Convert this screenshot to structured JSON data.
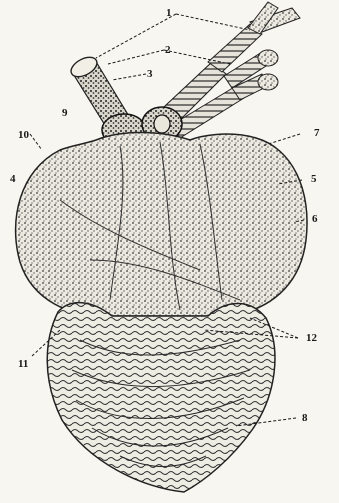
{
  "figure": {
    "labels": {
      "l1": "1",
      "l2": "2",
      "l3": "3",
      "l4": "4",
      "l5": "5",
      "l6": "6",
      "l7": "7",
      "l8": "8",
      "l9": "9",
      "l10": "10",
      "l11": "11",
      "l12": "12"
    },
    "colors": {
      "ink": "#1a1a1a",
      "paper": "#f7f6f0"
    }
  }
}
